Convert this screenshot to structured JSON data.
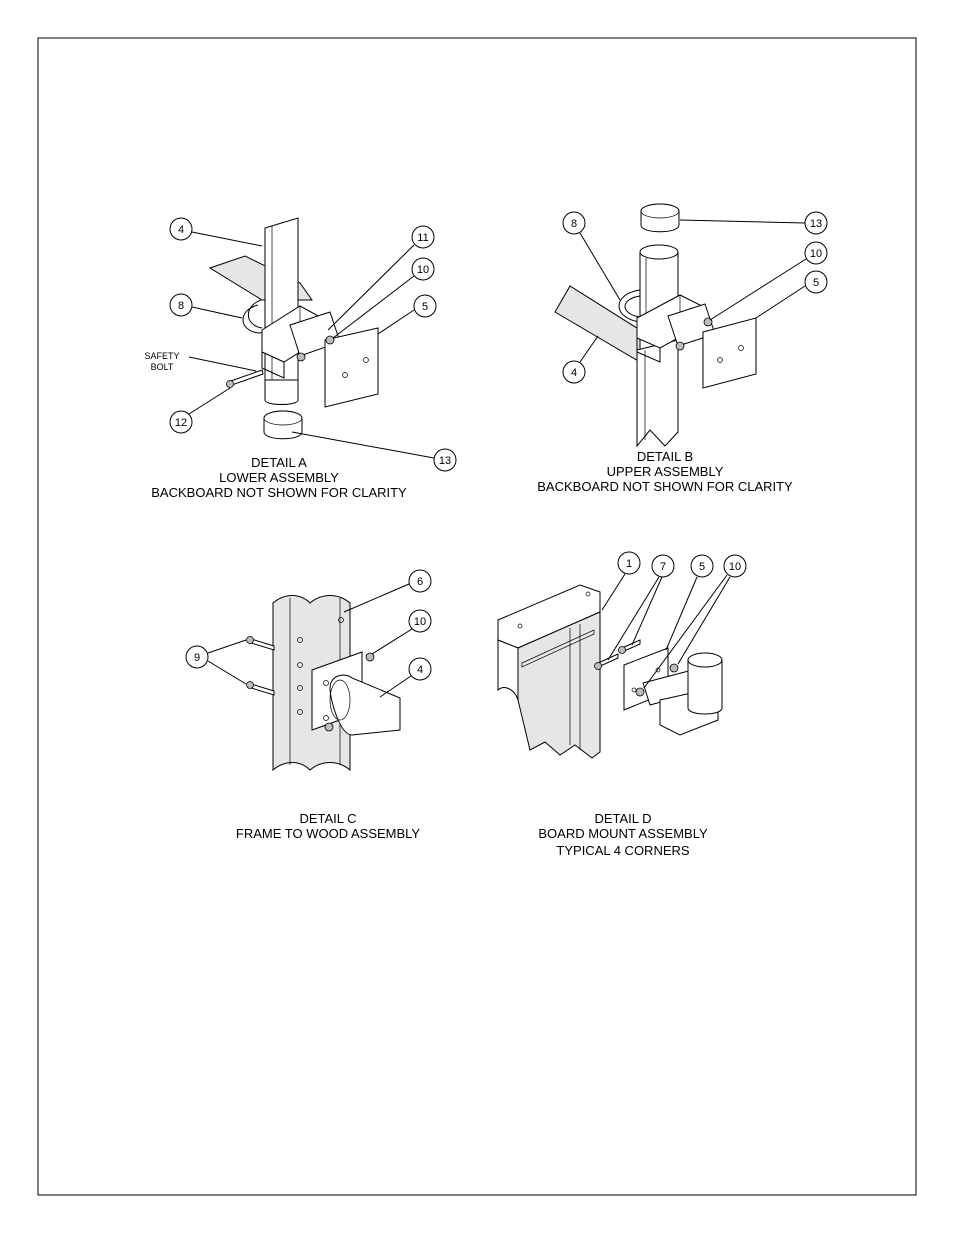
{
  "details": {
    "a": {
      "title": "DETAIL  A",
      "line1": "LOWER ASSEMBLY",
      "line2": "BACKBOARD NOT SHOWN FOR CLARITY",
      "safety_label_1": "SAFETY",
      "safety_label_2": "BOLT",
      "balloons": [
        "4",
        "11",
        "10",
        "5",
        "8",
        "12",
        "13"
      ]
    },
    "b": {
      "title": "DETAIL  B",
      "line1": "UPPER ASSEMBLY",
      "line2": "BACKBOARD NOT SHOWN FOR CLARITY",
      "balloons": [
        "8",
        "13",
        "10",
        "5",
        "4"
      ]
    },
    "c": {
      "title": "DETAIL  C",
      "line1": "FRAME TO WOOD ASSEMBLY",
      "balloons": [
        "6",
        "10",
        "9",
        "4"
      ]
    },
    "d": {
      "title": "DETAIL  D",
      "line1": "BOARD MOUNT ASSEMBLY",
      "line2": "TYPICAL 4 CORNERS",
      "balloons": [
        "1",
        "7",
        "5",
        "10"
      ]
    }
  }
}
